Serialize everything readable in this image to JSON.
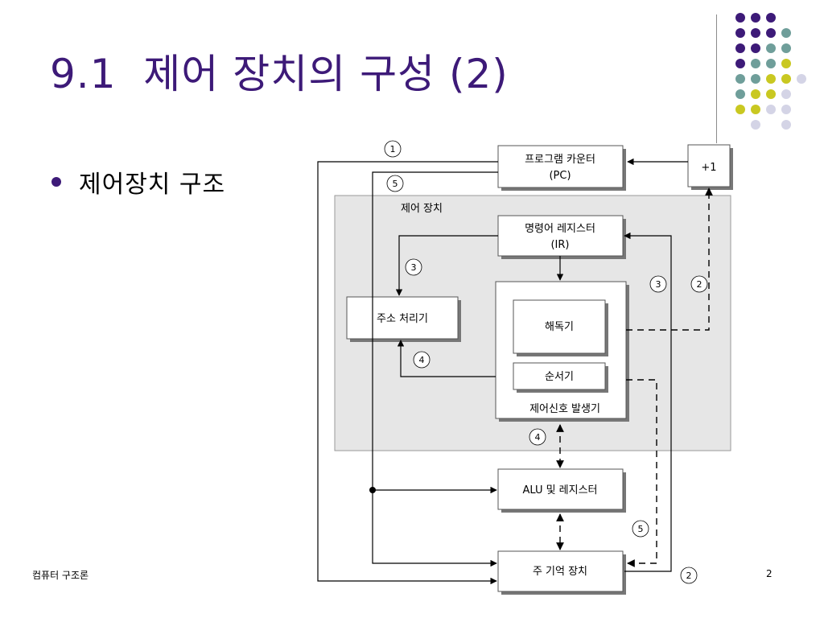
{
  "title": "9.1  제어 장치의 구성 (2)",
  "bullet": "제어장치 구조",
  "footer": {
    "course": "컴퓨터 구조론",
    "page": "2"
  },
  "colors": {
    "title": "#3d1a78",
    "dot_purple": "#3d1a78",
    "dot_teal": "#6f9e9a",
    "dot_yellow": "#c9c821",
    "dot_lavender": "#d4d4e6",
    "control_region": "#e6e6e6"
  },
  "diagram": {
    "region_label": "제어 장치",
    "boxes": {
      "pc_line1": "프로그램 카운터",
      "pc_line2": "(PC)",
      "plus_one": "+1",
      "ir_line1": "명령어 레지스터",
      "ir_line2": "(IR)",
      "addr": "주소 처리기",
      "decoder": "해독기",
      "sequencer": "순서기",
      "cs_gen": "제어신호 발생기",
      "alu": "ALU 및 레지스터",
      "mem": "주 기억 장치"
    },
    "step_numbers": [
      "1",
      "5",
      "3",
      "3",
      "2",
      "4",
      "4",
      "5",
      "2"
    ]
  }
}
